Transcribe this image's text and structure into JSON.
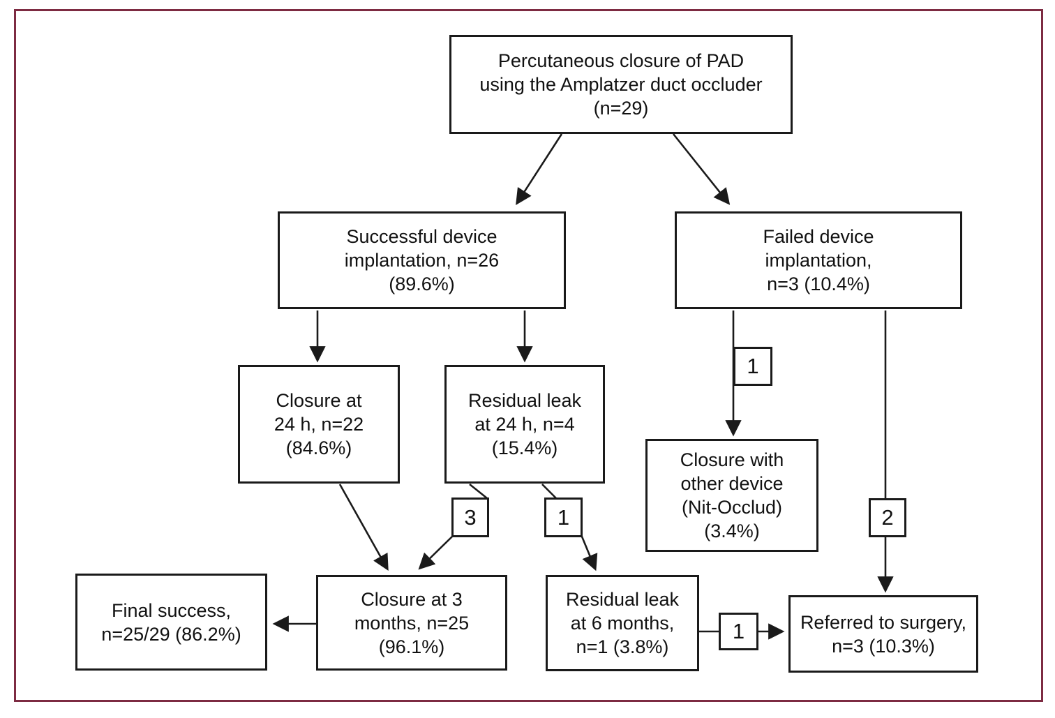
{
  "figure": {
    "type": "flowchart",
    "frame_color": "#7d2b42",
    "node_border_color": "#1a1a1a",
    "background": "#ffffff"
  },
  "nodes": {
    "root": {
      "lines": [
        "Percutaneous closure of PAD",
        "using the Amplatzer duct occluder",
        "(n=29)"
      ]
    },
    "success": {
      "lines": [
        "Successful device",
        "implantation, n=26",
        "(89.6%)"
      ]
    },
    "failed": {
      "lines": [
        "Failed device",
        "implantation,",
        "n=3 (10.4%)"
      ]
    },
    "closure24": {
      "lines": [
        "Closure at",
        "24 h, n=22",
        "(84.6%)"
      ]
    },
    "residual24": {
      "lines": [
        "Residual leak",
        "at 24 h, n=4",
        "(15.4%)"
      ]
    },
    "other_device": {
      "lines": [
        "Closure with",
        "other device",
        "(Nit-Occlud)",
        "(3.4%)"
      ]
    },
    "final_success": {
      "lines": [
        "Final success,",
        "n=25/29 (86.2%)"
      ]
    },
    "closure3m": {
      "lines": [
        "Closure at 3",
        "months, n=25",
        "(96.1%)"
      ]
    },
    "residual6m": {
      "lines": [
        "Residual leak",
        "at 6 months,",
        "n=1 (3.8%)"
      ]
    },
    "referred": {
      "lines": [
        "Referred to surgery,",
        "n=3 (10.3%)"
      ]
    }
  },
  "edge_counts": {
    "failed_to_other_device": "1",
    "residual24_to_closure3m": "3",
    "residual24_to_residual6m": "1",
    "failed_to_referred": "2",
    "residual6m_to_referred": "1"
  }
}
